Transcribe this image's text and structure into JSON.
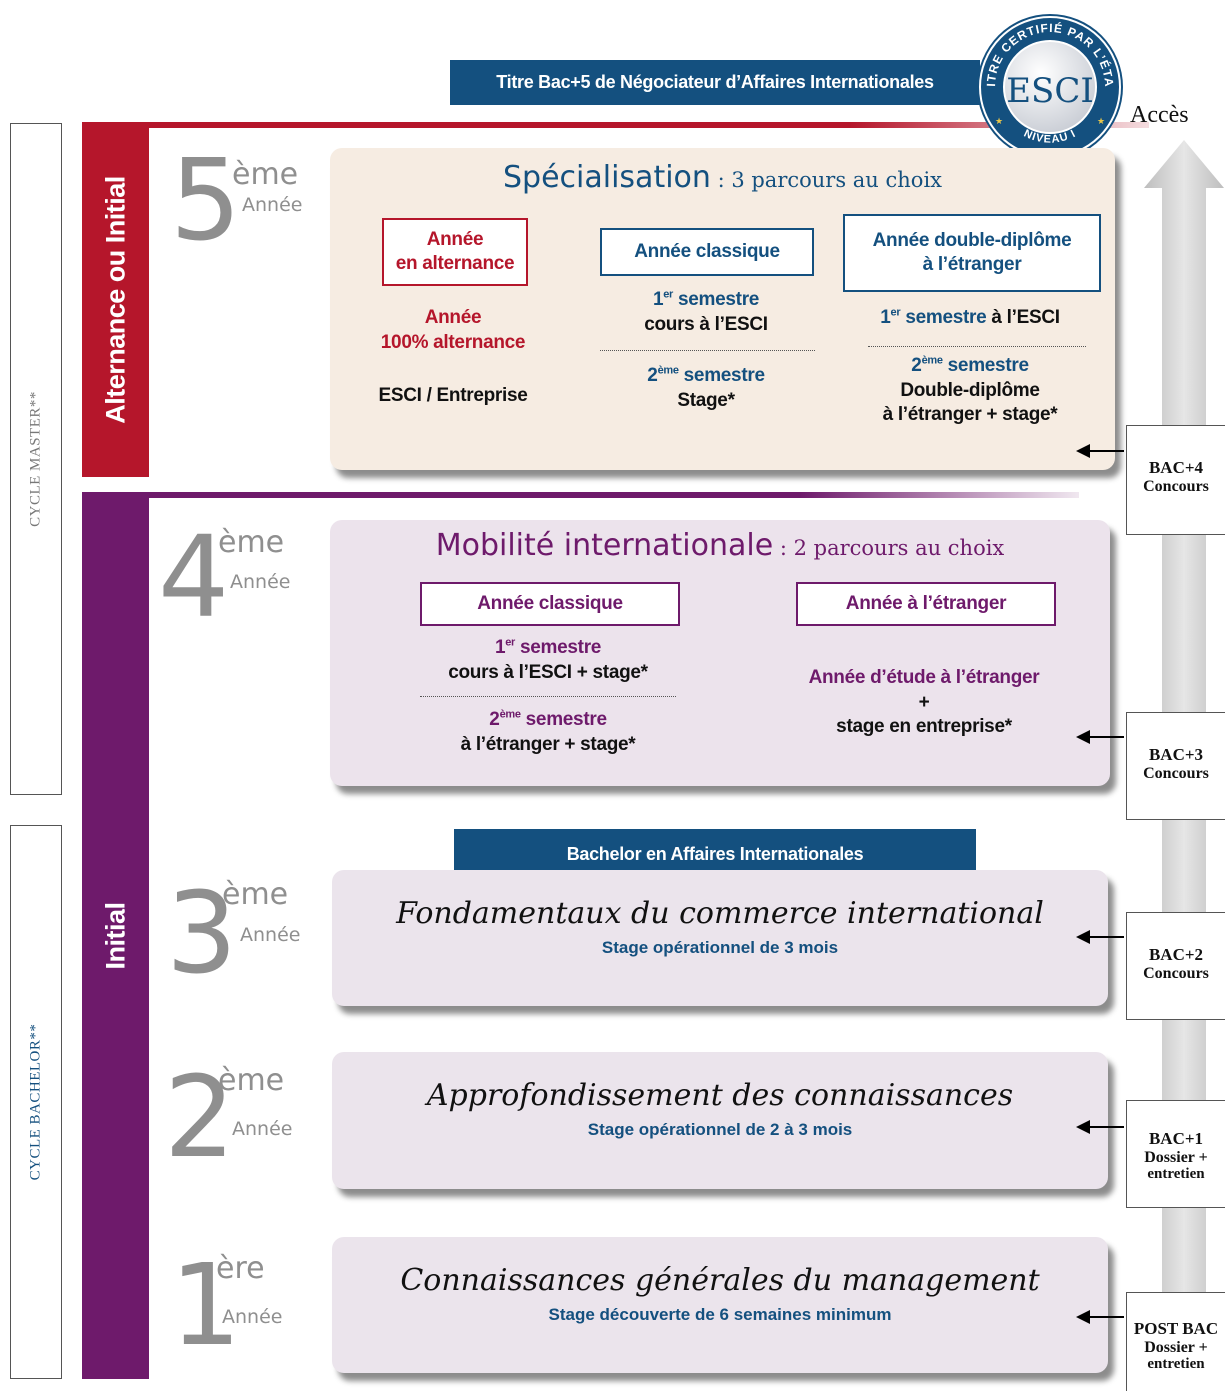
{
  "top_banner": "Titre Bac+5 de Négociateur d’Affaires Internationales",
  "seal": {
    "arc_top": "TITRE CERTIFIÉ PAR L’ÉTAT",
    "center": "ESCI",
    "arc_bottom": "NIVEAU I"
  },
  "acces_label": "Accès",
  "cycles": {
    "master": "CYCLE MASTER**",
    "bachelor": "CYCLE BACHELOR**"
  },
  "bars": {
    "alternance": "Alternance ou Initial",
    "initial": "Initial"
  },
  "bachelor_banner": "Bachelor en Affaires Internationales",
  "years": [
    {
      "num": "5",
      "sup": "ème",
      "word": "Année"
    },
    {
      "num": "4",
      "sup": "ème",
      "word": "Année"
    },
    {
      "num": "3",
      "sup": "ème",
      "word": "Année"
    },
    {
      "num": "2",
      "sup": "ème",
      "word": "Année"
    },
    {
      "num": "1",
      "sup": "ère",
      "word": "Année"
    }
  ],
  "year5": {
    "title": "Spécialisation",
    "subtitle": " : 3 parcours au choix",
    "col1": {
      "box_l1": "Année",
      "box_l2": "en alternance",
      "t1": "Année",
      "t2": "100% alternance",
      "t3": "ESCI / Entreprise"
    },
    "col2": {
      "box": "Année classique",
      "s1_num": "1",
      "s1_sup": "er",
      "s1_word": " semestre",
      "s1_line2": "cours à l’ESCI",
      "s2_num": "2",
      "s2_sup": "ème",
      "s2_word": " semestre",
      "s2_line2": "Stage*"
    },
    "col3": {
      "box_l1": "Année double-diplôme",
      "box_l2": "à l’étranger",
      "s1_num": "1",
      "s1_sup": "er",
      "s1_word": " semestre",
      "s1_rest": " à l’ESCI",
      "s2_num": "2",
      "s2_sup": "ème",
      "s2_word": " semestre",
      "s2_line2": "Double-diplôme",
      "s2_line3": "à l’étranger + stage*"
    }
  },
  "year4": {
    "title": "Mobilité internationale",
    "subtitle": " : 2 parcours au choix",
    "col1": {
      "box": "Année classique",
      "s1_num": "1",
      "s1_sup": "er",
      "s1_word": " semestre",
      "s1_line2": "cours à l’ESCI + stage*",
      "s2_num": "2",
      "s2_sup": "ème",
      "s2_word": " semestre",
      "s2_line2": "à l’étranger + stage*"
    },
    "col2": {
      "box": "Année à l’étranger",
      "t1": "Année d’étude à l’étranger",
      "t2": "+",
      "t3": "stage en entreprise*"
    }
  },
  "year3": {
    "title": "Fondamentaux du commerce international",
    "sub": "Stage opérationnel de 3 mois"
  },
  "year2": {
    "title": "Approfondissement des connaissances",
    "sub": "Stage opérationnel de 2 à 3 mois"
  },
  "year1": {
    "title": "Connaissances générales du management",
    "sub": "Stage découverte de 6 semaines minimum"
  },
  "access": [
    {
      "l1": "BAC+4",
      "l2": "Concours"
    },
    {
      "l1": "BAC+3",
      "l2": "Concours"
    },
    {
      "l1": "BAC+2",
      "l2": "Concours"
    },
    {
      "l1": "BAC+1",
      "l2": "Dossier +",
      "l3": "entretien"
    },
    {
      "l1": "POST BAC",
      "l2": "Dossier +",
      "l3": "entretien"
    }
  ],
  "colors": {
    "red": "#b5162b",
    "purple": "#6e1a6b",
    "blue": "#14507f",
    "panel5": "#f6ece2",
    "panel4": "#ece3ec"
  }
}
